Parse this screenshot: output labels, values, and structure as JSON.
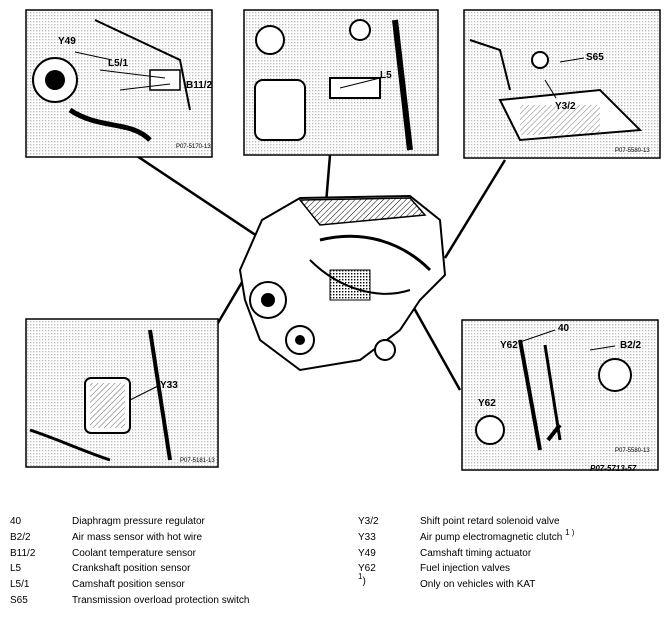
{
  "callouts": {
    "top_left": [
      "Y49",
      "L5/1",
      "B11/2"
    ],
    "top_left_ref": "P07-5170-13",
    "top_middle": [
      "L5"
    ],
    "top_right": [
      "S65",
      "Y3/2"
    ],
    "top_right_ref": "P07-5580-13",
    "bottom_left": [
      "Y33"
    ],
    "bottom_left_ref": "P07-5181-13",
    "bottom_right": [
      "40",
      "Y62",
      "B2/2",
      "Y62"
    ],
    "bottom_right_ref": "P07-5580-13",
    "bottom_right_code": "P07-5713-57"
  },
  "legend": {
    "left": [
      {
        "code": "40",
        "text": "Diaphragm pressure regulator"
      },
      {
        "code": "B2/2",
        "text": "Air mass sensor with hot wire"
      },
      {
        "code": "B11/2",
        "text": "Coolant temperature sensor"
      },
      {
        "code": "L5",
        "text": "Crankshaft position sensor"
      },
      {
        "code": "L5/1",
        "text": "Camshaft position sensor"
      },
      {
        "code": "S65",
        "text": "Transmission overload protection switch"
      }
    ],
    "right": [
      {
        "code": "Y3/2",
        "text": "Shift point retard solenoid valve"
      },
      {
        "code": "Y33",
        "text": "Air pump electromagnetic clutch",
        "footnote": "1 )"
      },
      {
        "code": "Y49",
        "text": "Camshaft timing actuator"
      },
      {
        "code": "Y62",
        "text": "Fuel injection valves"
      },
      {
        "code": "1",
        "code_suffix": ")",
        "text": "Only on vehicles with KAT"
      }
    ]
  }
}
